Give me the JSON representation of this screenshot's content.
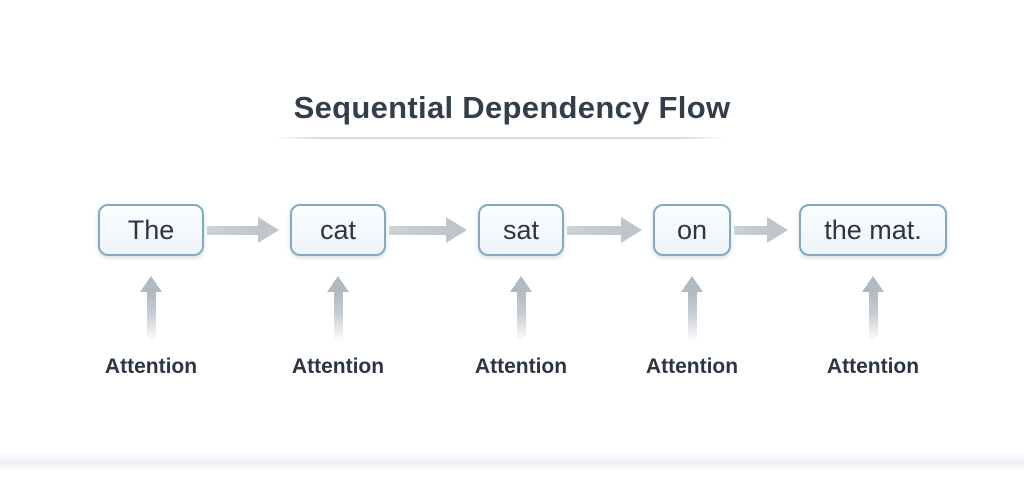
{
  "title": "Sequential Dependency Flow",
  "flow": {
    "words": [
      {
        "label": "The",
        "attention": "Attention"
      },
      {
        "label": "cat",
        "attention": "Attention"
      },
      {
        "label": "sat",
        "attention": "Attention"
      },
      {
        "label": "on",
        "attention": "Attention"
      },
      {
        "label": "the mat.",
        "attention": "Attention"
      }
    ]
  },
  "icons": {
    "connector": "right-arrow-icon",
    "attention": "up-arrow-icon"
  },
  "colors": {
    "title_text": "#333e4a",
    "box_border": "#82a9c0",
    "box_fill": "#eef4f9",
    "box_text": "#2c3642",
    "arrow_gray": "#bfc5ca",
    "attention_text": "#2c3642",
    "background": "#ffffff"
  }
}
